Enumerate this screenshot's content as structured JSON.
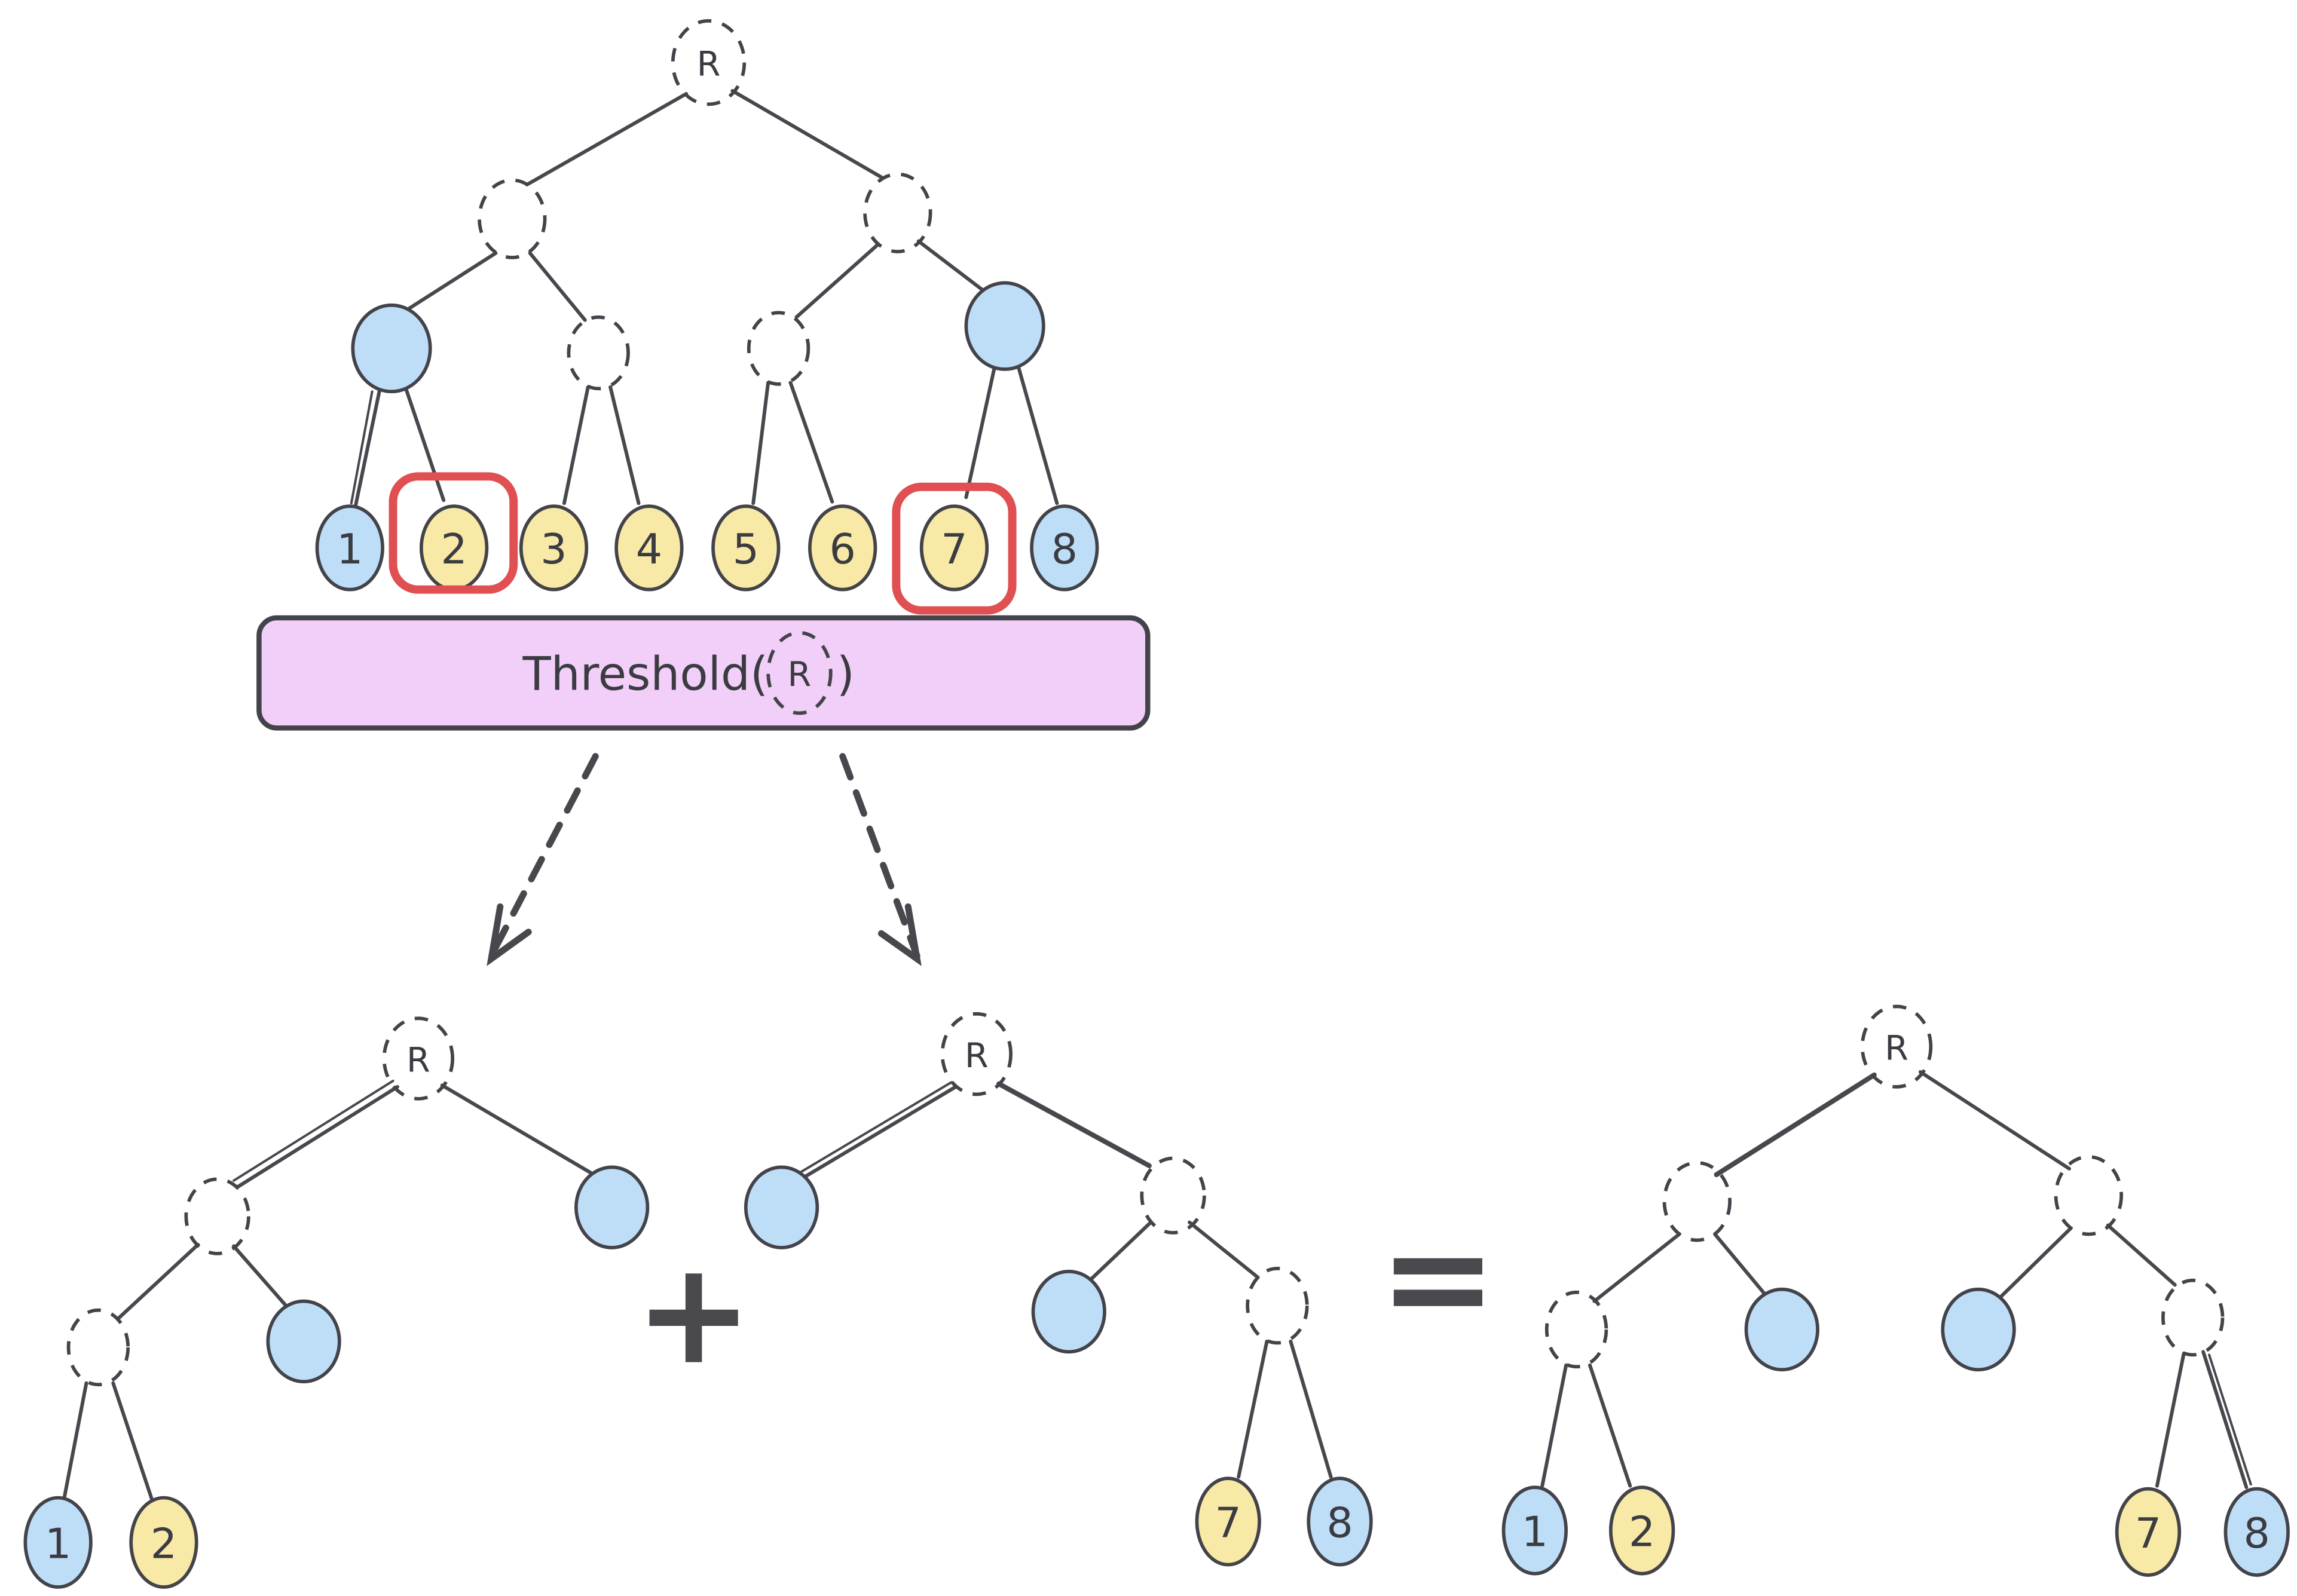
{
  "colors": {
    "ink": "#47474d",
    "node_outline": "#43434a",
    "label_ink": "#3b3b42",
    "blue_fill": "#bedef8",
    "yellow_fill": "#f8e9a6",
    "red_highlight": "#e04f52",
    "threshold_fill": "#f1cff8",
    "op_ink": "#4a4a4e"
  },
  "source_tree": {
    "root_label": "R",
    "leaves": [
      {
        "label": "1",
        "color": "blue",
        "highlighted": false
      },
      {
        "label": "2",
        "color": "yellow",
        "highlighted": true
      },
      {
        "label": "3",
        "color": "yellow",
        "highlighted": false
      },
      {
        "label": "4",
        "color": "yellow",
        "highlighted": false
      },
      {
        "label": "5",
        "color": "yellow",
        "highlighted": false
      },
      {
        "label": "6",
        "color": "yellow",
        "highlighted": false
      },
      {
        "label": "7",
        "color": "yellow",
        "highlighted": true
      },
      {
        "label": "8",
        "color": "blue",
        "highlighted": false
      }
    ]
  },
  "threshold": {
    "text_before": "Threshold(",
    "root_label": "R",
    "text_after": ")"
  },
  "operators": {
    "plus": "+",
    "equals": "="
  },
  "result_trees": {
    "left": {
      "root_label": "R",
      "leaves": [
        {
          "label": "1",
          "color": "blue"
        },
        {
          "label": "2",
          "color": "yellow"
        }
      ]
    },
    "middle": {
      "root_label": "R",
      "leaves": [
        {
          "label": "7",
          "color": "yellow"
        },
        {
          "label": "8",
          "color": "blue"
        }
      ]
    },
    "right": {
      "root_label": "R",
      "leaves": [
        {
          "label": "1",
          "color": "blue"
        },
        {
          "label": "2",
          "color": "yellow"
        },
        {
          "label": "7",
          "color": "yellow"
        },
        {
          "label": "8",
          "color": "blue"
        }
      ]
    }
  }
}
